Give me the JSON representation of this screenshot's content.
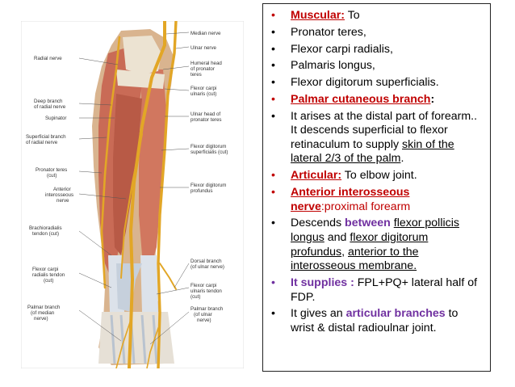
{
  "figure": {
    "labels": {
      "median_nerve": "Median nerve",
      "ulnar_nerve": "Ulnar nerve",
      "radial_nerve": "Radial nerve",
      "humeral_head_1": "Humeral head",
      "humeral_head_2": "of pronator",
      "humeral_head_3": "teres",
      "fcu_cut_1": "Flexor carpi",
      "fcu_cut_2": "ulnaris (cut)",
      "deep_branch_1": "Deep branch",
      "deep_branch_2": "of radial nerve",
      "supinator": "Supinator",
      "ulnar_head_1": "Ulnar head of",
      "ulnar_head_2": "pronator teres",
      "superficial_branch_1": "Superficial branch",
      "superficial_branch_2": "of radial nerve",
      "fds_cut_1": "Flexor digitorum",
      "fds_cut_2": "superficialis (cut)",
      "pronator_teres_1": "Pronator teres",
      "pronator_teres_2": "(cut)",
      "anterior_1": "Anterior",
      "anterior_2": "interosseous",
      "anterior_3": "nerve",
      "fdp_1": "Flexor digitorum",
      "fdp_2": "profundus",
      "brachioradialis_1": "Brachioradialis",
      "brachioradialis_2": "tendon (cut)",
      "dorsal_branch_1": "Dorsal branch",
      "dorsal_branch_2": "(of ulnar nerve)",
      "fcr_1": "Flexor carpi",
      "fcr_2": "radialis tendon",
      "fcr_3": "(cut)",
      "fcu_tendon_1": "Flexor carpi",
      "fcu_tendon_2": "ulnaris tendon",
      "fcu_tendon_3": "(cut)",
      "palmar_median_1": "Palmar branch",
      "palmar_median_2": "(of median",
      "palmar_median_3": "nerve)",
      "palmar_ulnar_1": "Palmar branch",
      "palmar_ulnar_2": "(of ulnar",
      "palmar_ulnar_3": "nerve)"
    }
  },
  "notes": {
    "bullet": "•",
    "muscular_label": "Muscular:",
    "muscular_rest": " To",
    "pronator_teres": "Pronator teres,",
    "fcr": "Flexor carpi radialis,",
    "palmaris": "Palmaris longus,",
    "fds": "Flexor digitorum superficialis.",
    "palmar_label": "Palmar cutaneous branch",
    "palmar_colon": ":",
    "arises_1": "It arises at the distal part of forearm.. It descends superficial to flexor retinaculum to supply ",
    "arises_u1": "skin of the",
    "arises_sp": " ",
    "arises_u2": "lateral 2/3 of the palm",
    "arises_end": ".",
    "articular_label": "Articular:",
    "articular_rest": " To elbow joint.",
    "ain_label": "Anterior interosseous nerve",
    "ain_rest": ":proximal forearm",
    "desc_1": "Descends ",
    "desc_between": "between",
    "desc_sp": " ",
    "desc_fpl": "flexor pollicis longus",
    "desc_and": " and ",
    "desc_fdp": "flexor digitorum profundus",
    "desc_comma": ", ",
    "desc_ant": "anterior to the interosseous membrane.",
    "supplies_label": "It supplies :",
    "supplies_rest": " FPL+PQ+ lateral half of FDP.",
    "gives_1": "It gives an ",
    "gives_bold": "articular branches",
    "gives_2": " to wrist & distal radioulnar joint."
  }
}
